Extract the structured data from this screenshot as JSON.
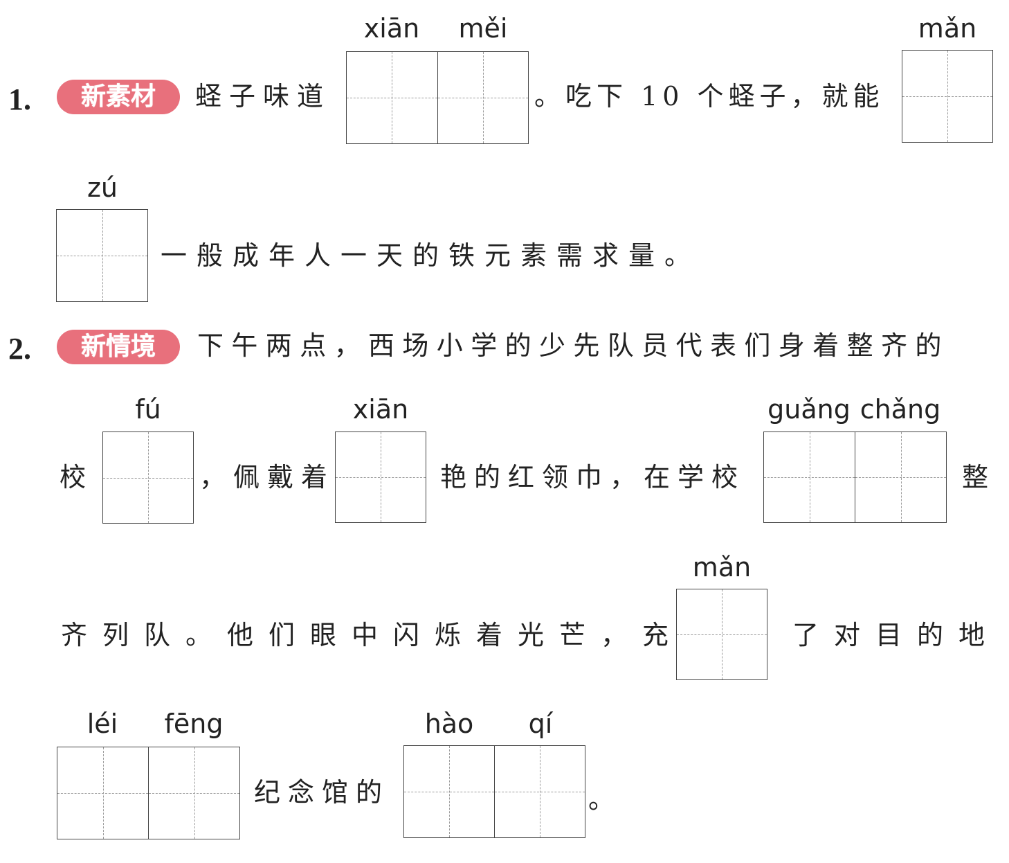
{
  "q1": {
    "number": "1.",
    "badge": "新素材",
    "text_a": "蛏子味道",
    "pinyin_1": [
      "xiān",
      "měi"
    ],
    "text_b": "。吃下 10 个蛏子，就能",
    "pinyin_2": "mǎn",
    "pinyin_3": "zú",
    "text_c": "一般成年人一天的铁元素需求量。"
  },
  "q2": {
    "number": "2.",
    "badge": "新情境",
    "line1": "下午两点，西场小学的少先队员代表们身着整齐的",
    "text_xiao": "校",
    "pinyin_fu": "fú",
    "text_peidai": "，佩戴着",
    "pinyin_xian": "xiān",
    "text_yan": "艳的红领巾，在学校",
    "pinyin_guangchang": [
      "guǎng",
      "chǎng"
    ],
    "text_zheng": "整",
    "line3": "齐列队。他们眼中闪烁着光芒，充",
    "pinyin_man": "mǎn",
    "text_le": "了对目的地",
    "pinyin_leifeng": [
      "léi",
      "fēng"
    ],
    "text_jinianguan": "纪念馆的",
    "pinyin_haoqi": [
      "hào",
      "qí"
    ],
    "text_end": "。"
  }
}
